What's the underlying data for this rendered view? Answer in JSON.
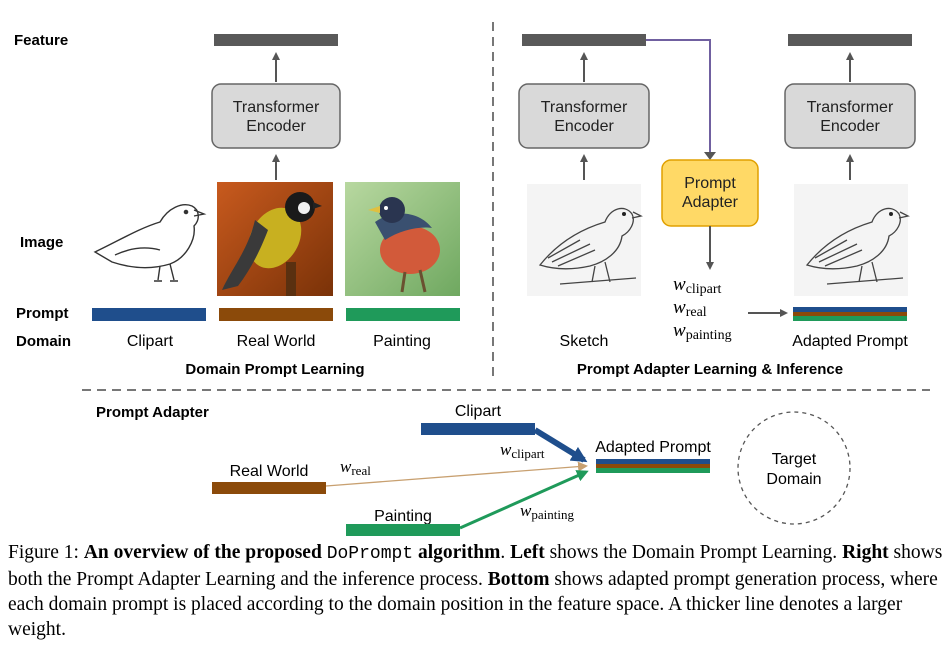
{
  "row_labels": {
    "feature": "Feature",
    "image": "Image",
    "prompt": "Prompt",
    "domain": "Domain"
  },
  "encoder_label_1": "Transformer",
  "encoder_label_2": "Encoder",
  "adapter_label_1": "Prompt",
  "adapter_label_2": "Adapter",
  "domains": {
    "clipart": "Clipart",
    "real_world": "Real World",
    "painting": "Painting",
    "sketch": "Sketch",
    "adapted": "Adapted Prompt"
  },
  "section_titles": {
    "left": "Domain Prompt Learning",
    "right": "Prompt Adapter Learning & Inference",
    "bottom": "Prompt Adapter"
  },
  "weights": {
    "w": "w",
    "clipart": "clipart",
    "real": "real",
    "painting": "painting"
  },
  "target_domain_1": "Target",
  "target_domain_2": "Domain",
  "colors": {
    "clipart": "#1f4e8c",
    "real_world": "#8b4a0a",
    "painting": "#1f9a5a",
    "feature_bar": "#595959",
    "encoder_fill": "#d9d9d9",
    "adapter_fill": "#ffd966",
    "adapter_stroke": "#e0a000",
    "link_line": "#7060a0"
  },
  "caption": {
    "figure_label": "Figure 1:",
    "bold_intro": "An overview of the proposed",
    "algo_name": "DoPrompt",
    "bold_algo": "algorithm",
    "left_word": "Left",
    "left_text": "shows the Domain Prompt Learning.",
    "right_word": "Right",
    "right_text": "shows both the Prompt Adapter Learning and the inference process.",
    "bottom_word": "Bottom",
    "bottom_text": "shows adapted prompt generation process, where each domain prompt is placed according to the domain position in the feature space. A thicker line denotes a larger weight."
  }
}
